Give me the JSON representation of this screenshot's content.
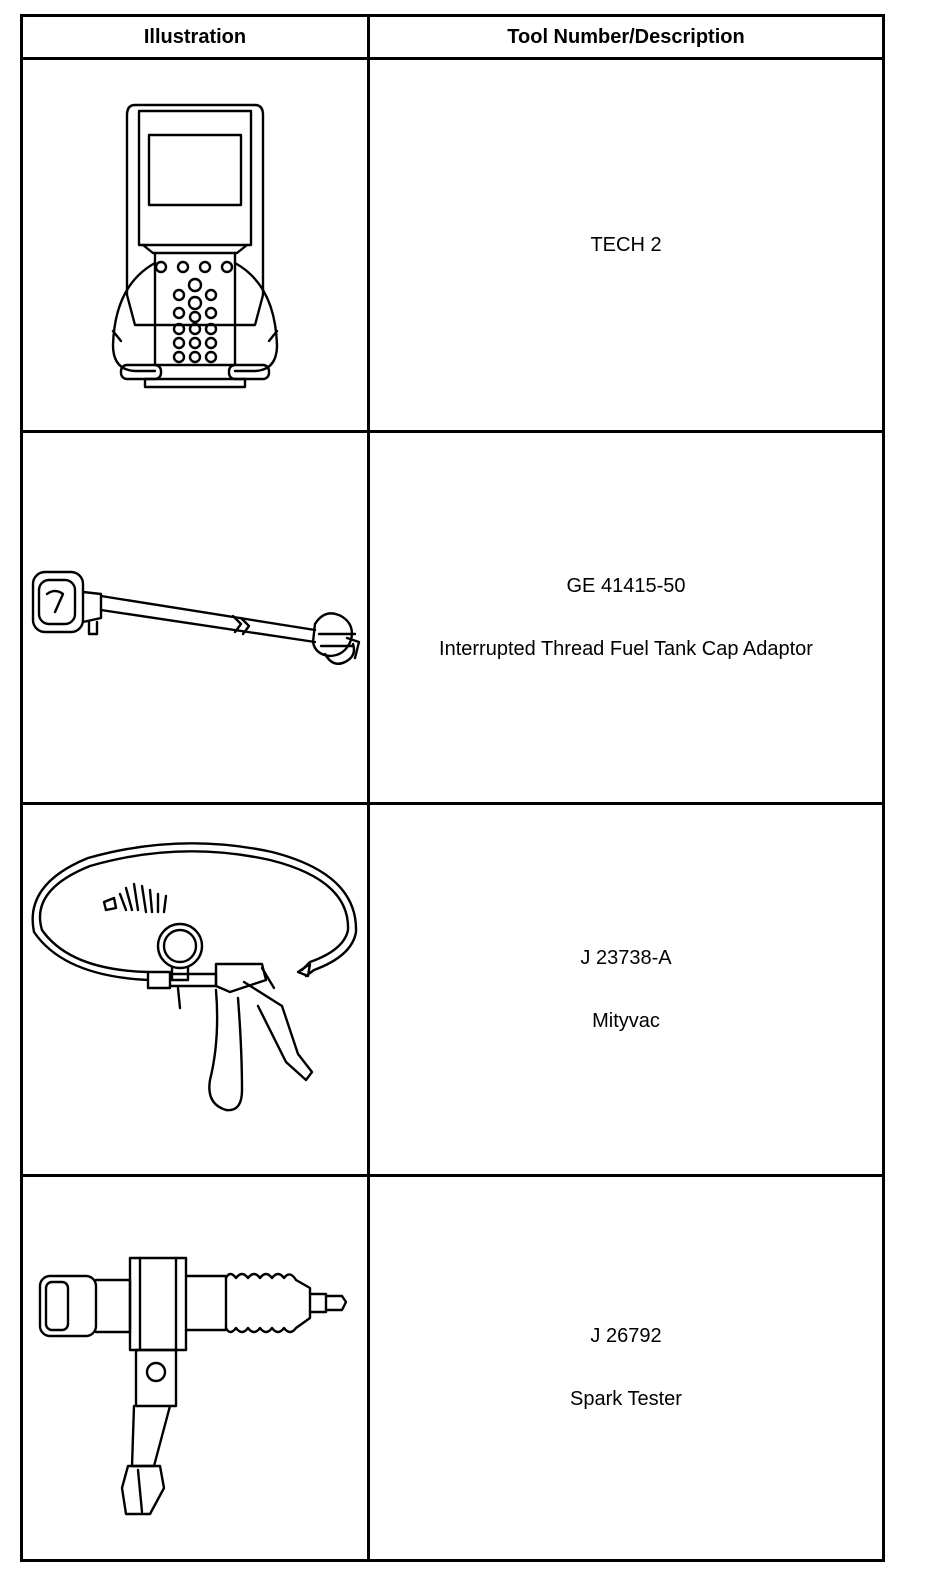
{
  "header": {
    "illustration": "Illustration",
    "tool": "Tool Number/Description"
  },
  "rows": [
    {
      "icon": "tech2-scan-tool-icon",
      "number": "TECH 2",
      "description": ""
    },
    {
      "icon": "fuel-tank-cap-adaptor-icon",
      "number": "GE 41415-50",
      "description": "Interrupted Thread Fuel Tank Cap Adaptor"
    },
    {
      "icon": "mityvac-pump-icon",
      "number": "J 23738-A",
      "description": "Mityvac"
    },
    {
      "icon": "spark-tester-icon",
      "number": "J 26792",
      "description": "Spark Tester"
    }
  ]
}
